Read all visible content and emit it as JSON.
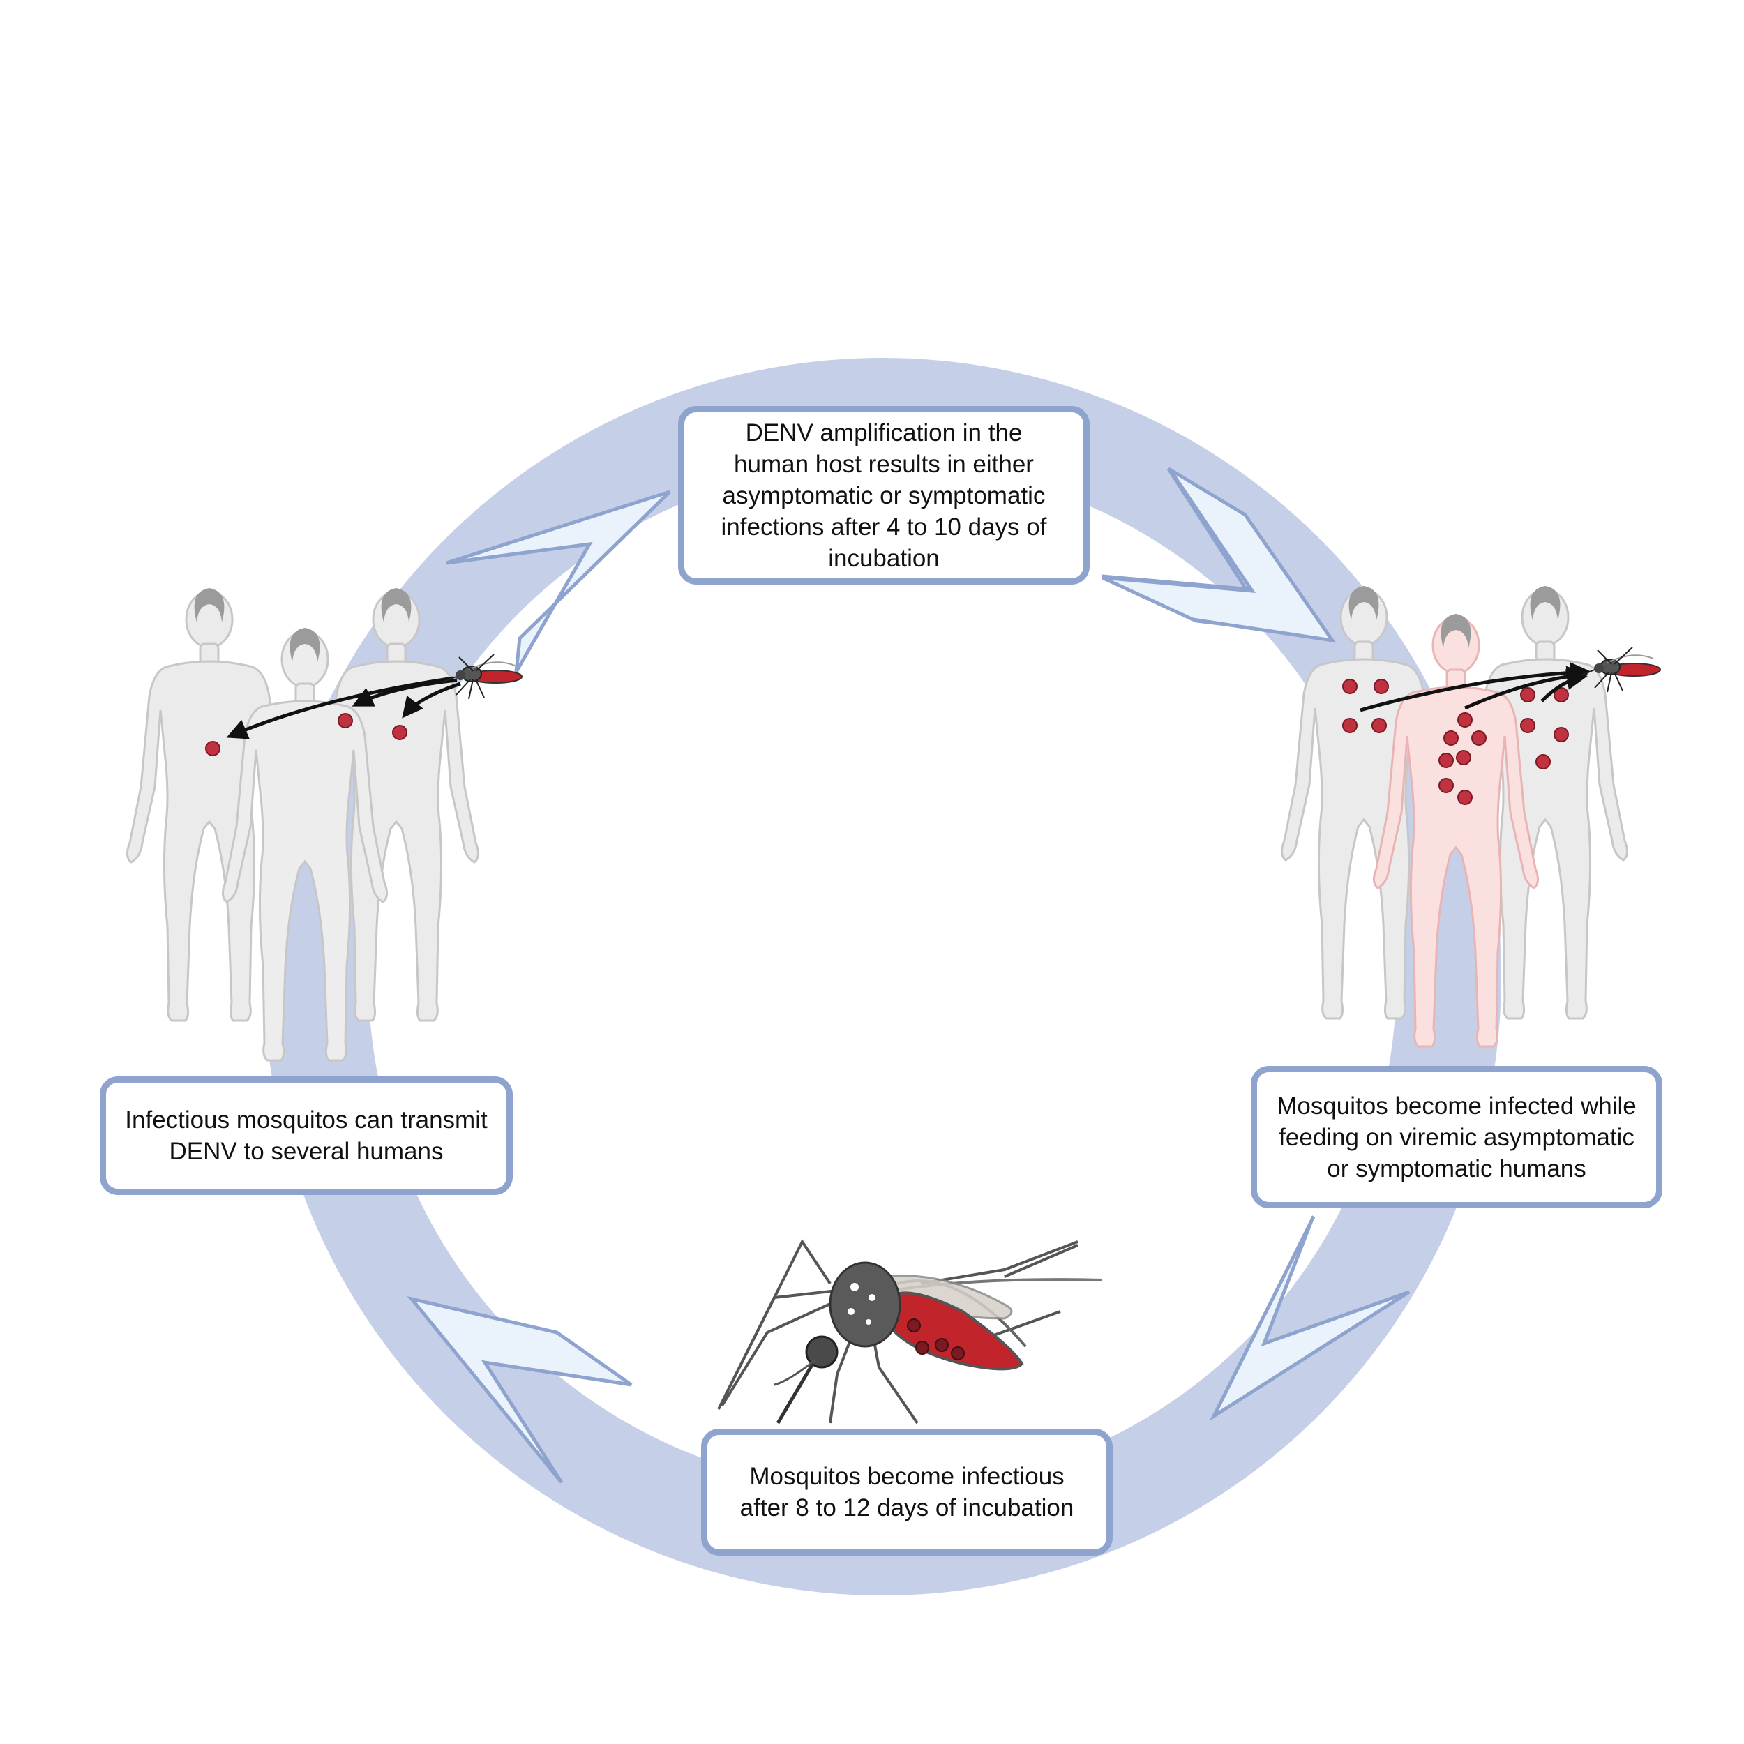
{
  "steps": {
    "top": {
      "lines": [
        "DENV amplification in the",
        "human host results in either",
        "asymptomatic or symptomatic",
        "infections after 4 to 10 days of",
        "incubation"
      ]
    },
    "right": {
      "lines": [
        "Mosquitos become infected while",
        "feeding on viremic asymptomatic",
        "or symptomatic humans"
      ]
    },
    "bottom": {
      "lines": [
        "Mosquitos become infectious",
        "after 8 to 12 days of incubation"
      ]
    },
    "left": {
      "lines": [
        "Infectious mosquitos can transmit",
        "DENV to several humans"
      ]
    }
  },
  "colors": {
    "cycle_ring": "#c5d0e8",
    "arrow_fill": "#eaf2fc",
    "arrow_stroke": "#8fa3cf",
    "box_border": "#8fa3cf",
    "human_healthy": "#eaeaea",
    "human_infected": "#fbe0e0",
    "virus": "#c0323f",
    "mosquito_body": "#555555",
    "mosquito_abdomen": "#c2242c"
  }
}
